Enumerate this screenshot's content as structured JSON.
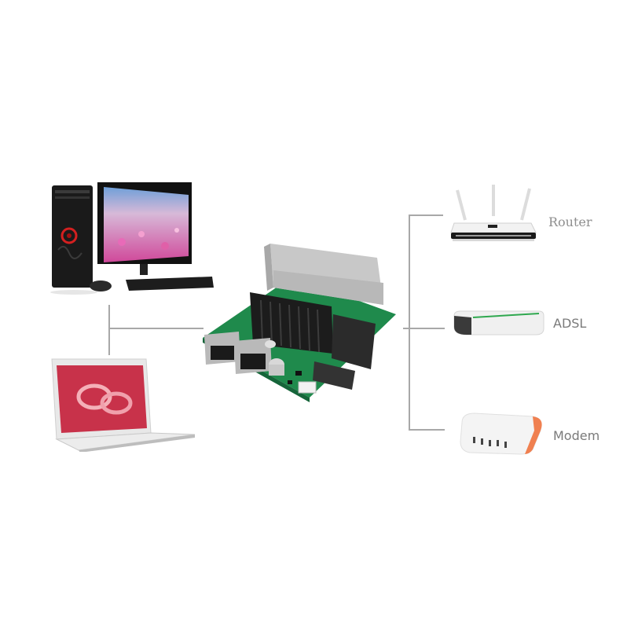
{
  "diagram": {
    "title": "",
    "center_device": {
      "name": "network-switch-board",
      "description": "5-port Ethernet switch PCB with RJ45 jacks, heatsink, capacitor and connector"
    },
    "left_devices": [
      {
        "name": "desktop-computer",
        "label": ""
      },
      {
        "name": "laptop",
        "label": ""
      }
    ],
    "right_devices": [
      {
        "name": "router",
        "label": "Router"
      },
      {
        "name": "adsl",
        "label": "ADSL"
      },
      {
        "name": "modem",
        "label": "Modem"
      }
    ],
    "colors": {
      "line": "#a8a8a8",
      "pcb_green": "#1f8a4c",
      "heatsink": "#1c1c1c",
      "metal": "#c8c8c8",
      "modem_accent": "#f08050",
      "adsl_led": "#2fa84f",
      "screen_pink": "#d46aa8",
      "laptop_screen": "#c8324a"
    }
  }
}
